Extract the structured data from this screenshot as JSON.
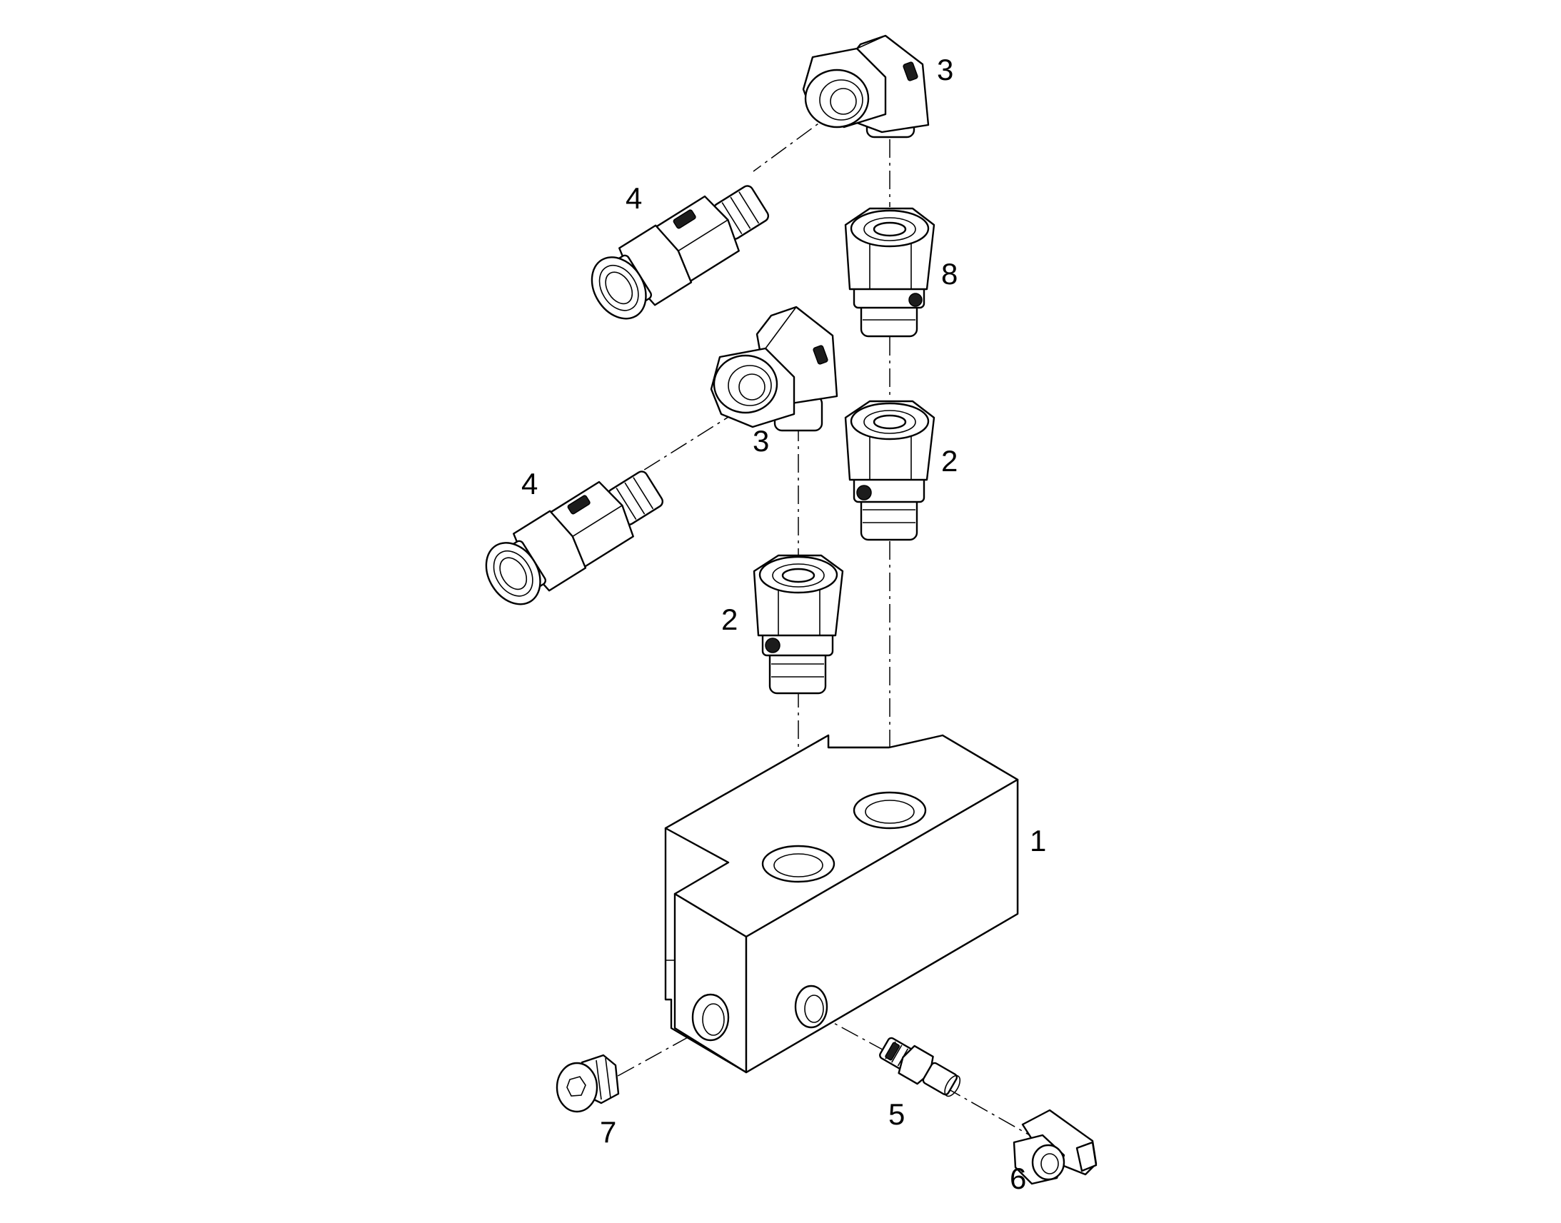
{
  "callouts": {
    "c1": "1",
    "c2a": "2",
    "c2b": "2",
    "c3a": "3",
    "c3b": "3",
    "c4a": "4",
    "c4b": "4",
    "c5": "5",
    "c6": "6",
    "c7": "7",
    "c8": "8"
  },
  "colors": {
    "line": "#000000",
    "background": "#ffffff"
  }
}
